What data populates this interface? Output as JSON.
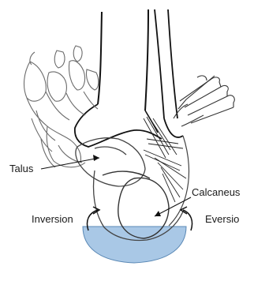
{
  "labels": {
    "talus": "Talus",
    "calcaneus": "Calcaneus",
    "inversion": "Inversion",
    "eversion": "Eversio"
  },
  "colors": {
    "line": "#111111",
    "sketch": "#6b6b6b",
    "base_fill": "#a9c8e6",
    "base_stroke": "#5a88b5"
  },
  "icons": [
    "inversion-arrow-icon",
    "eversion-arrow-icon"
  ]
}
